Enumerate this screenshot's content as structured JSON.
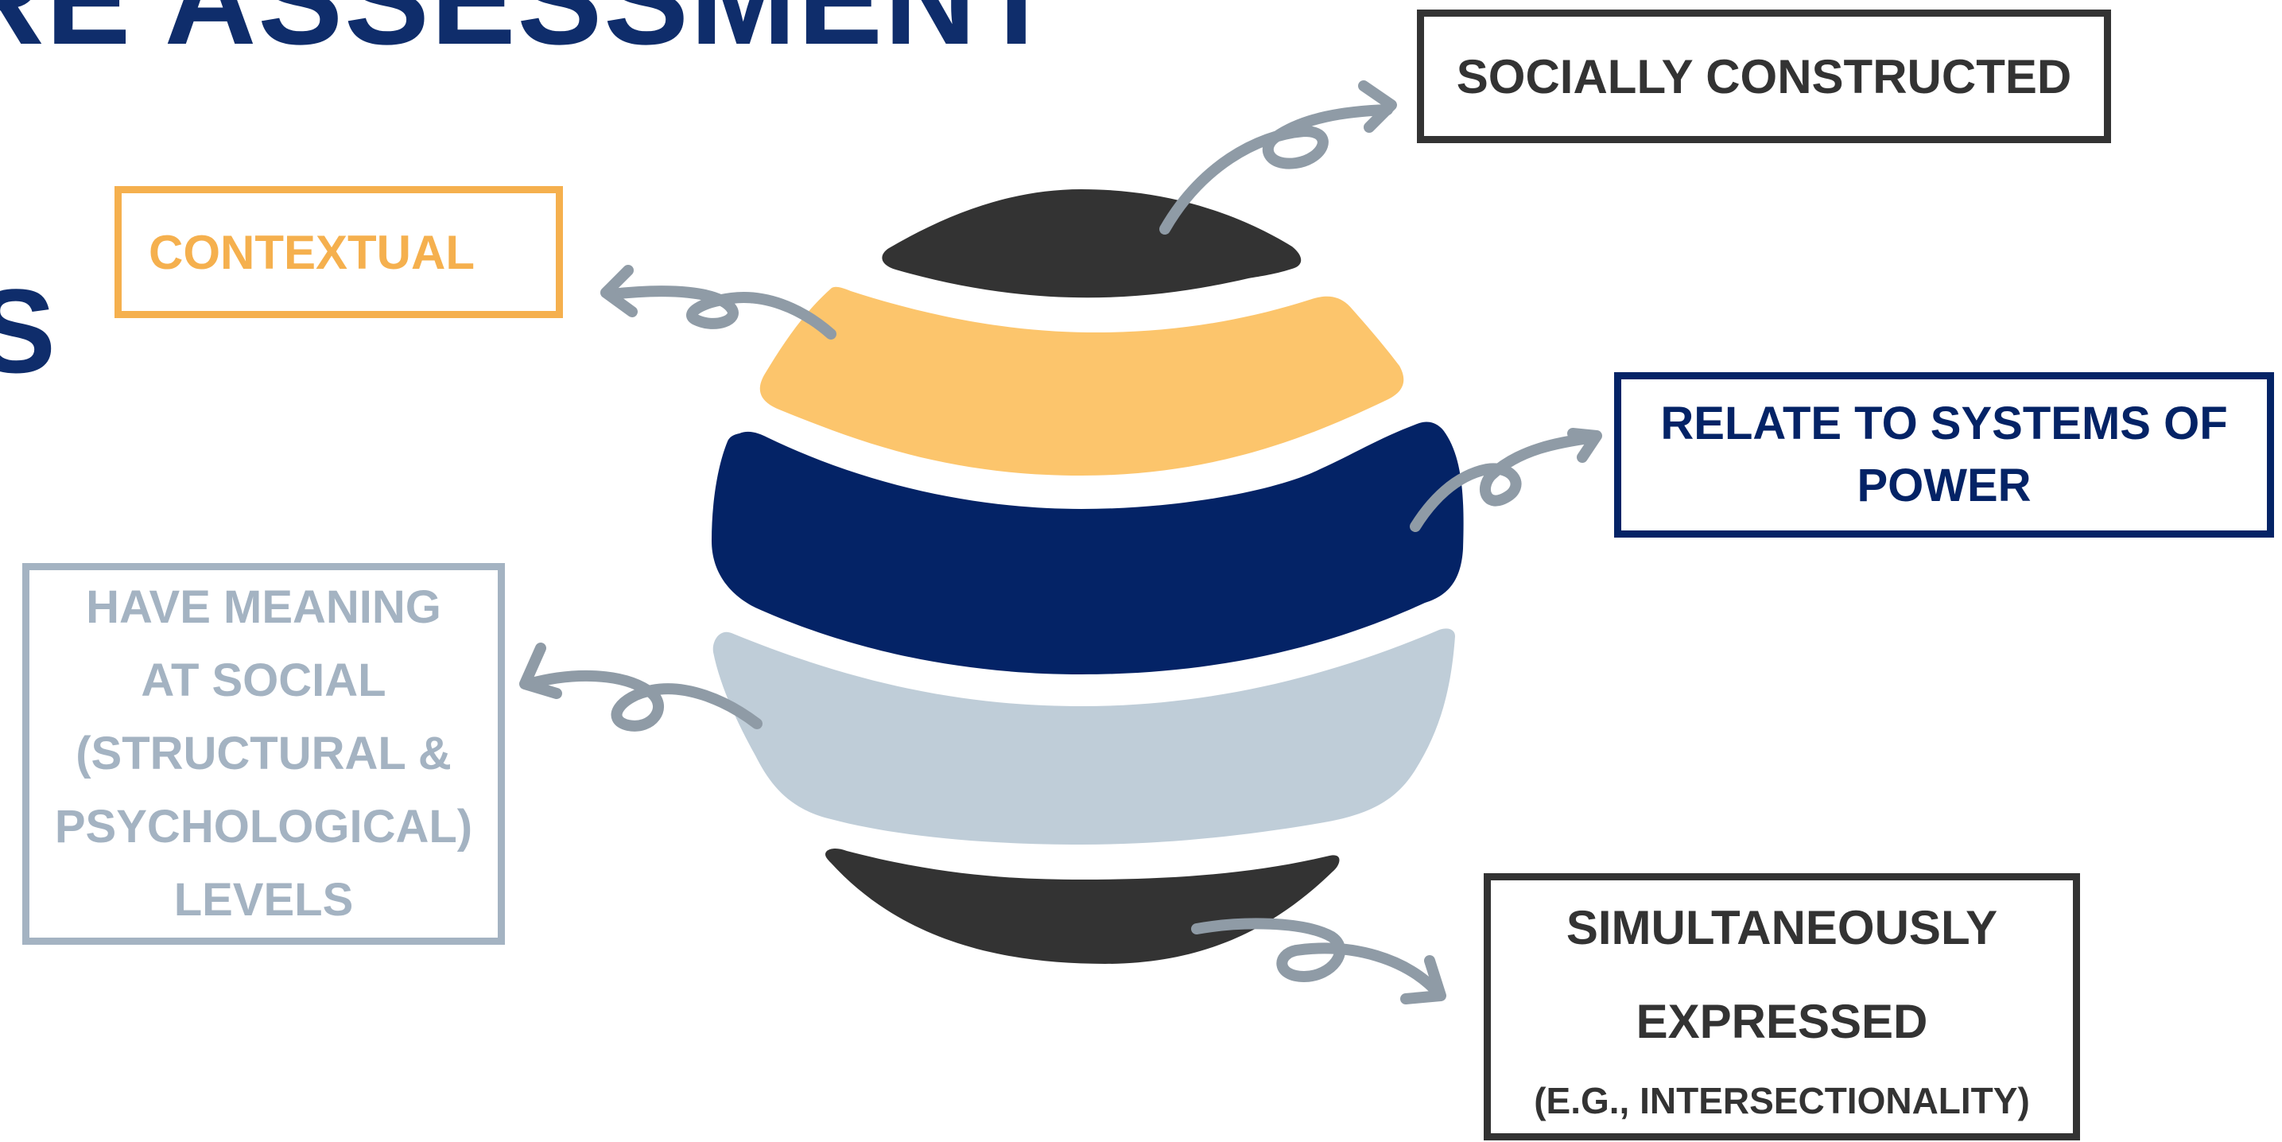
{
  "header": {
    "title_fragment": "RE ASSESSMENT",
    "side_fragment": "S"
  },
  "colors": {
    "dark": "#333333",
    "orange": "#f5b04e",
    "orange_fill": "#fcc56c",
    "navy": "#042366",
    "light_blue": "#a4b3c2",
    "light_blue_fill": "#bfcdd8",
    "arrow": "#8f9ba6"
  },
  "boxes": {
    "socially_constructed": {
      "label": "SOCIALLY CONSTRUCTED"
    },
    "contextual": {
      "label": "CONTEXTUAL"
    },
    "power": {
      "line1": "RELATE TO SYSTEMS OF",
      "line2": "POWER"
    },
    "meaning": {
      "line1": "HAVE MEANING",
      "line2": "AT SOCIAL",
      "line3": "(STRUCTURAL &",
      "line4": "PSYCHOLOGICAL)",
      "line5": "LEVELS"
    },
    "simultaneous": {
      "line1": "SIMULTANEOUSLY",
      "line2": "EXPRESSED",
      "line3": "(E.G., INTERSECTIONALITY)"
    }
  }
}
